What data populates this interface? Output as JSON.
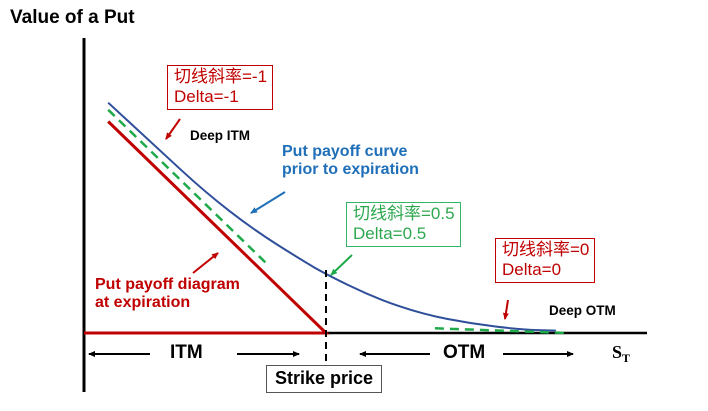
{
  "title": "Value of a Put",
  "colors": {
    "curve": "#2f4f9a",
    "expiration": "#c00000",
    "tangent": "#1faa4a",
    "curve_label": "#1f6fb9",
    "axis": "#000000"
  },
  "labels": {
    "deep_itm": "Deep ITM",
    "deep_otm": "Deep OTM",
    "curve_label_line1": "Put payoff curve",
    "curve_label_line2": "prior to expiration",
    "exp_label_line1": "Put payoff diagram",
    "exp_label_line2": "at expiration",
    "itm": "ITM",
    "otm": "OTM",
    "x_axis_main": "S",
    "x_axis_sub": "T",
    "strike_price": "Strike price"
  },
  "boxes": {
    "deep_itm": {
      "line1": "切线斜率=-1",
      "line2": "Delta=-1"
    },
    "atm": {
      "line1": "切线斜率=0.5",
      "line2": "Delta=0.5"
    },
    "deep_otm": {
      "line1": "切线斜率=0",
      "line2": "Delta=0"
    }
  },
  "chart_data": {
    "type": "line",
    "title": "Value of a Put",
    "xlabel": "S_T",
    "ylabel": "",
    "grid": false,
    "legend": "none",
    "xlim": [
      0,
      2
    ],
    "ylim": [
      0,
      1.2
    ],
    "strike": 1,
    "series": [
      {
        "name": "Put payoff diagram at expiration",
        "style": "solid",
        "color": "#c00000",
        "x": [
          0.1,
          1.0,
          0
        ],
        "points": [
          [
            0.1,
            0.9
          ],
          [
            1.0,
            0.0
          ],
          [
            0.0,
            0.0
          ]
        ]
      },
      {
        "name": "Put payoff curve prior to expiration",
        "style": "solid",
        "color": "#2f4f9a",
        "points": [
          [
            0.1,
            0.98
          ],
          [
            0.3,
            0.79
          ],
          [
            0.5,
            0.6
          ],
          [
            0.7,
            0.44
          ],
          [
            0.9,
            0.31
          ],
          [
            1.0,
            0.25
          ],
          [
            1.2,
            0.15
          ],
          [
            1.4,
            0.08
          ],
          [
            1.6,
            0.04
          ],
          [
            1.8,
            0.015
          ],
          [
            1.95,
            0.01
          ]
        ]
      },
      {
        "name": "Tangent at deep ITM",
        "style": "dashed",
        "color": "#1faa4a",
        "points": [
          [
            0.1,
            0.95
          ],
          [
            0.75,
            0.3
          ]
        ]
      },
      {
        "name": "Tangent at deep OTM",
        "style": "dashed",
        "color": "#1faa4a",
        "points": [
          [
            1.45,
            0.02
          ],
          [
            2.0,
            0.0
          ]
        ]
      }
    ],
    "annotations": [
      "Deep ITM",
      "Deep OTM",
      "ITM",
      "OTM",
      "Strike price",
      "切线斜率=-1 / Delta=-1",
      "切线斜率=0.5 / Delta=0.5",
      "切线斜率=0 / Delta=0"
    ]
  }
}
